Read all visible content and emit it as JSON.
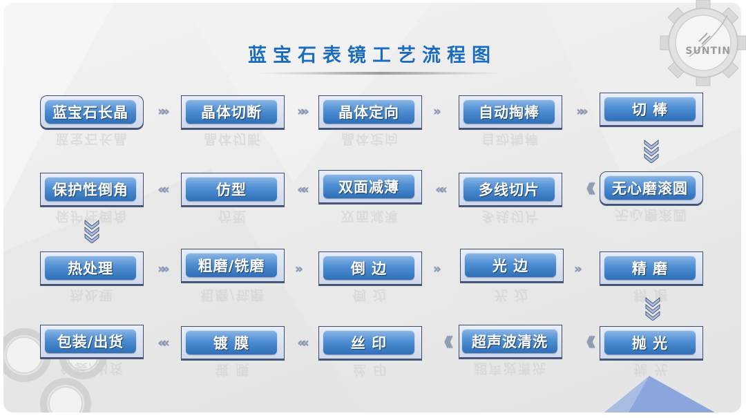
{
  "title": "蓝宝石表镜工艺流程图",
  "logo": {
    "text": "SUNTIN",
    "icon": "gear-logo-icon"
  },
  "colors": {
    "title": "#1a6cc0",
    "box_top": "#8db7e6",
    "box_bottom": "#2f6fb8",
    "box_border": "#3d4a6a",
    "arrow": "#8c9bb8",
    "background": "#ececec",
    "accent_triangle": "#7fa0dc"
  },
  "flow": {
    "rows": [
      {
        "direction": "left-to-right",
        "steps": [
          {
            "label": "蓝宝石长晶",
            "style": "rounded"
          },
          {
            "label": "晶体切断",
            "style": "square"
          },
          {
            "label": "晶体定向",
            "style": "square"
          },
          {
            "label": "自动掏棒",
            "style": "square"
          },
          {
            "label": "切 棒",
            "style": "square"
          }
        ],
        "connectors": [
          "»»",
          "»»",
          "»",
          "»»"
        ]
      },
      {
        "direction": "right-to-left",
        "steps": [
          {
            "label": "保护性倒角",
            "style": "square"
          },
          {
            "label": "仿型",
            "style": "square"
          },
          {
            "label": "双面减薄",
            "style": "square"
          },
          {
            "label": "多线切片",
            "style": "square"
          },
          {
            "label": "无心磨滚圆",
            "style": "rounded"
          }
        ],
        "connectors": [
          "««",
          "««",
          "««",
          "《《"
        ]
      },
      {
        "direction": "left-to-right",
        "steps": [
          {
            "label": "热处理",
            "style": "square"
          },
          {
            "label": "粗磨/铣磨",
            "style": "square"
          },
          {
            "label": "倒 边",
            "style": "square"
          },
          {
            "label": "光 边",
            "style": "square"
          },
          {
            "label": "精 磨",
            "style": "square"
          }
        ],
        "connectors": [
          "»»",
          "»",
          "»",
          "»"
        ]
      },
      {
        "direction": "right-to-left",
        "steps": [
          {
            "label": "包装/出货",
            "style": "square"
          },
          {
            "label": "镀 膜",
            "style": "square"
          },
          {
            "label": "丝 印",
            "style": "square"
          },
          {
            "label": "超声波清洗",
            "style": "square"
          },
          {
            "label": "抛 光",
            "style": "square"
          }
        ],
        "connectors": [
          "««",
          "««",
          "《《",
          "《《"
        ]
      }
    ],
    "row_transitions": [
      {
        "from_row": 1,
        "to_row": 2,
        "column": 5,
        "icon": "chevron-down-icon"
      },
      {
        "from_row": 2,
        "to_row": 3,
        "column": 1,
        "icon": "chevron-down-icon"
      },
      {
        "from_row": 3,
        "to_row": 4,
        "column": 5,
        "icon": "chevron-down-icon"
      }
    ]
  }
}
